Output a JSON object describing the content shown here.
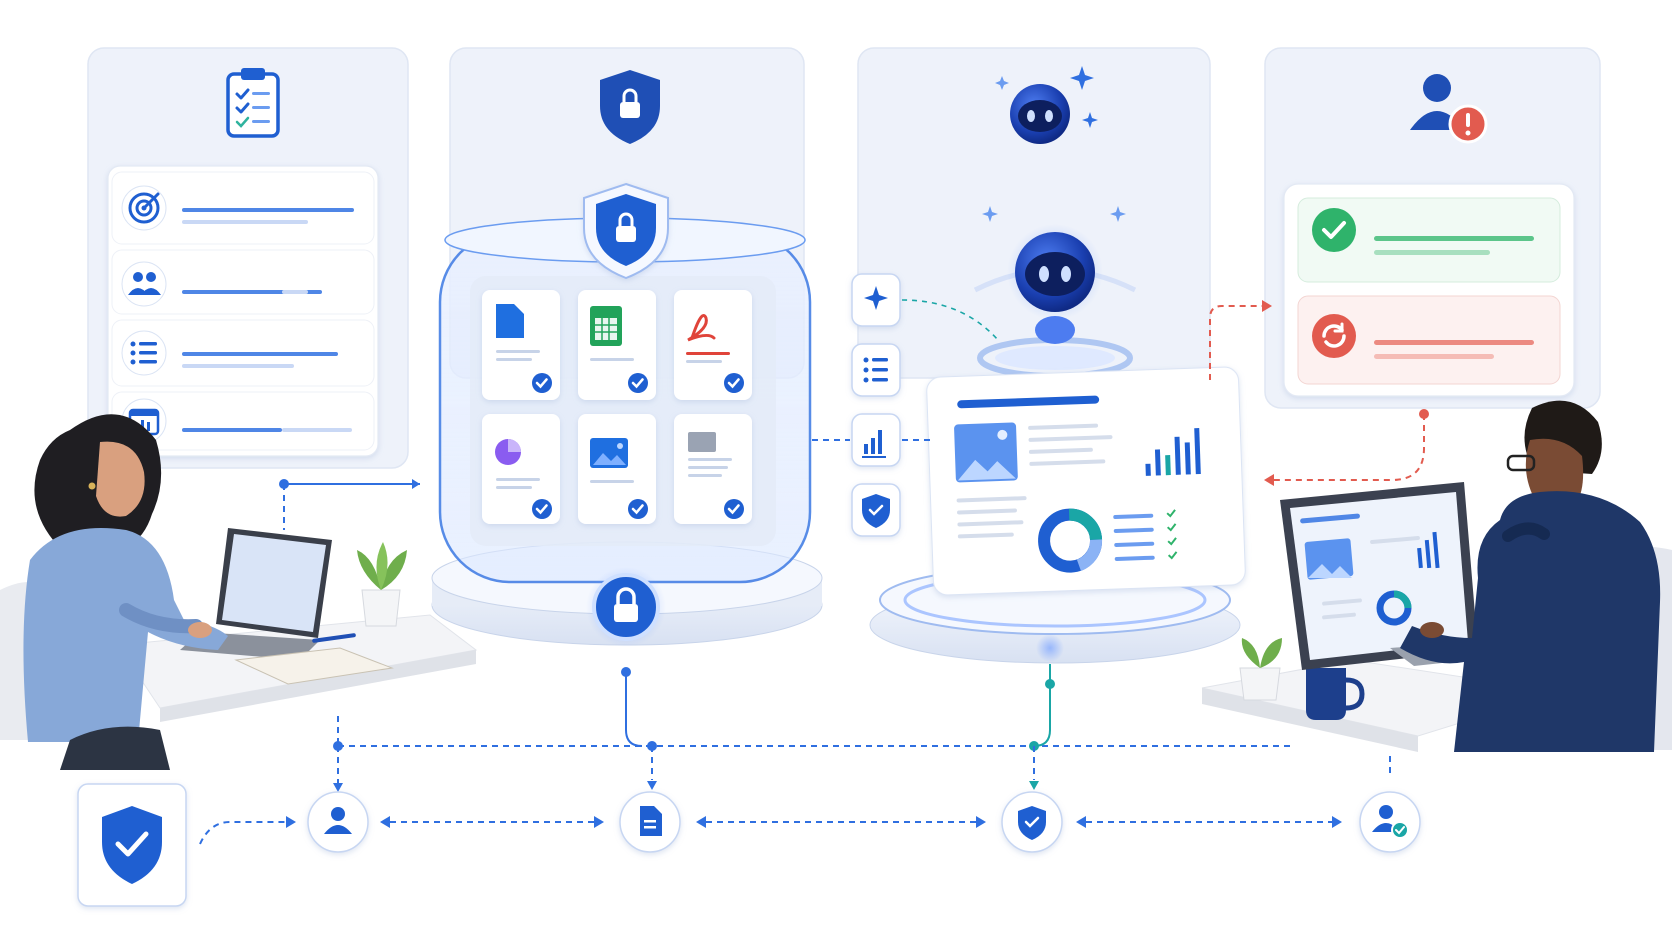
{
  "palette": {
    "primary_blue": "#1f5fd1",
    "accent_blue": "#4f86e6",
    "success_green": "#2fb36b",
    "alert_red": "#e25b4f",
    "teal": "#1aa6a6",
    "panel_bg": "#eef2fa"
  },
  "panels": [
    {
      "id": "requirements",
      "header_icon": "clipboard-checklist-icon",
      "rows": [
        "target-icon",
        "users-icon",
        "list-icon",
        "calendar-chart-icon"
      ]
    },
    {
      "id": "secure-vault",
      "header_icon": "shield-lock-icon",
      "documents": [
        "doc-file-icon",
        "spreadsheet-icon",
        "pdf-icon",
        "pie-chart-doc-icon",
        "image-doc-icon",
        "text-doc-icon"
      ]
    },
    {
      "id": "ai-assistant",
      "header_icon": "ai-robot-icon",
      "tools": [
        "sparkle-icon",
        "list-icon",
        "bar-chart-icon",
        "shield-check-icon"
      ]
    },
    {
      "id": "review",
      "header_icon": "user-alert-icon",
      "results": [
        {
          "icon": "check-circle-icon",
          "status": "approved",
          "color": "#2fb36b"
        },
        {
          "icon": "refresh-circle-icon",
          "status": "revision",
          "color": "#e25b4f"
        }
      ]
    }
  ],
  "flow_nodes": [
    "shield-check-icon",
    "user-icon",
    "document-icon",
    "shield-check-icon",
    "user-verified-icon"
  ]
}
